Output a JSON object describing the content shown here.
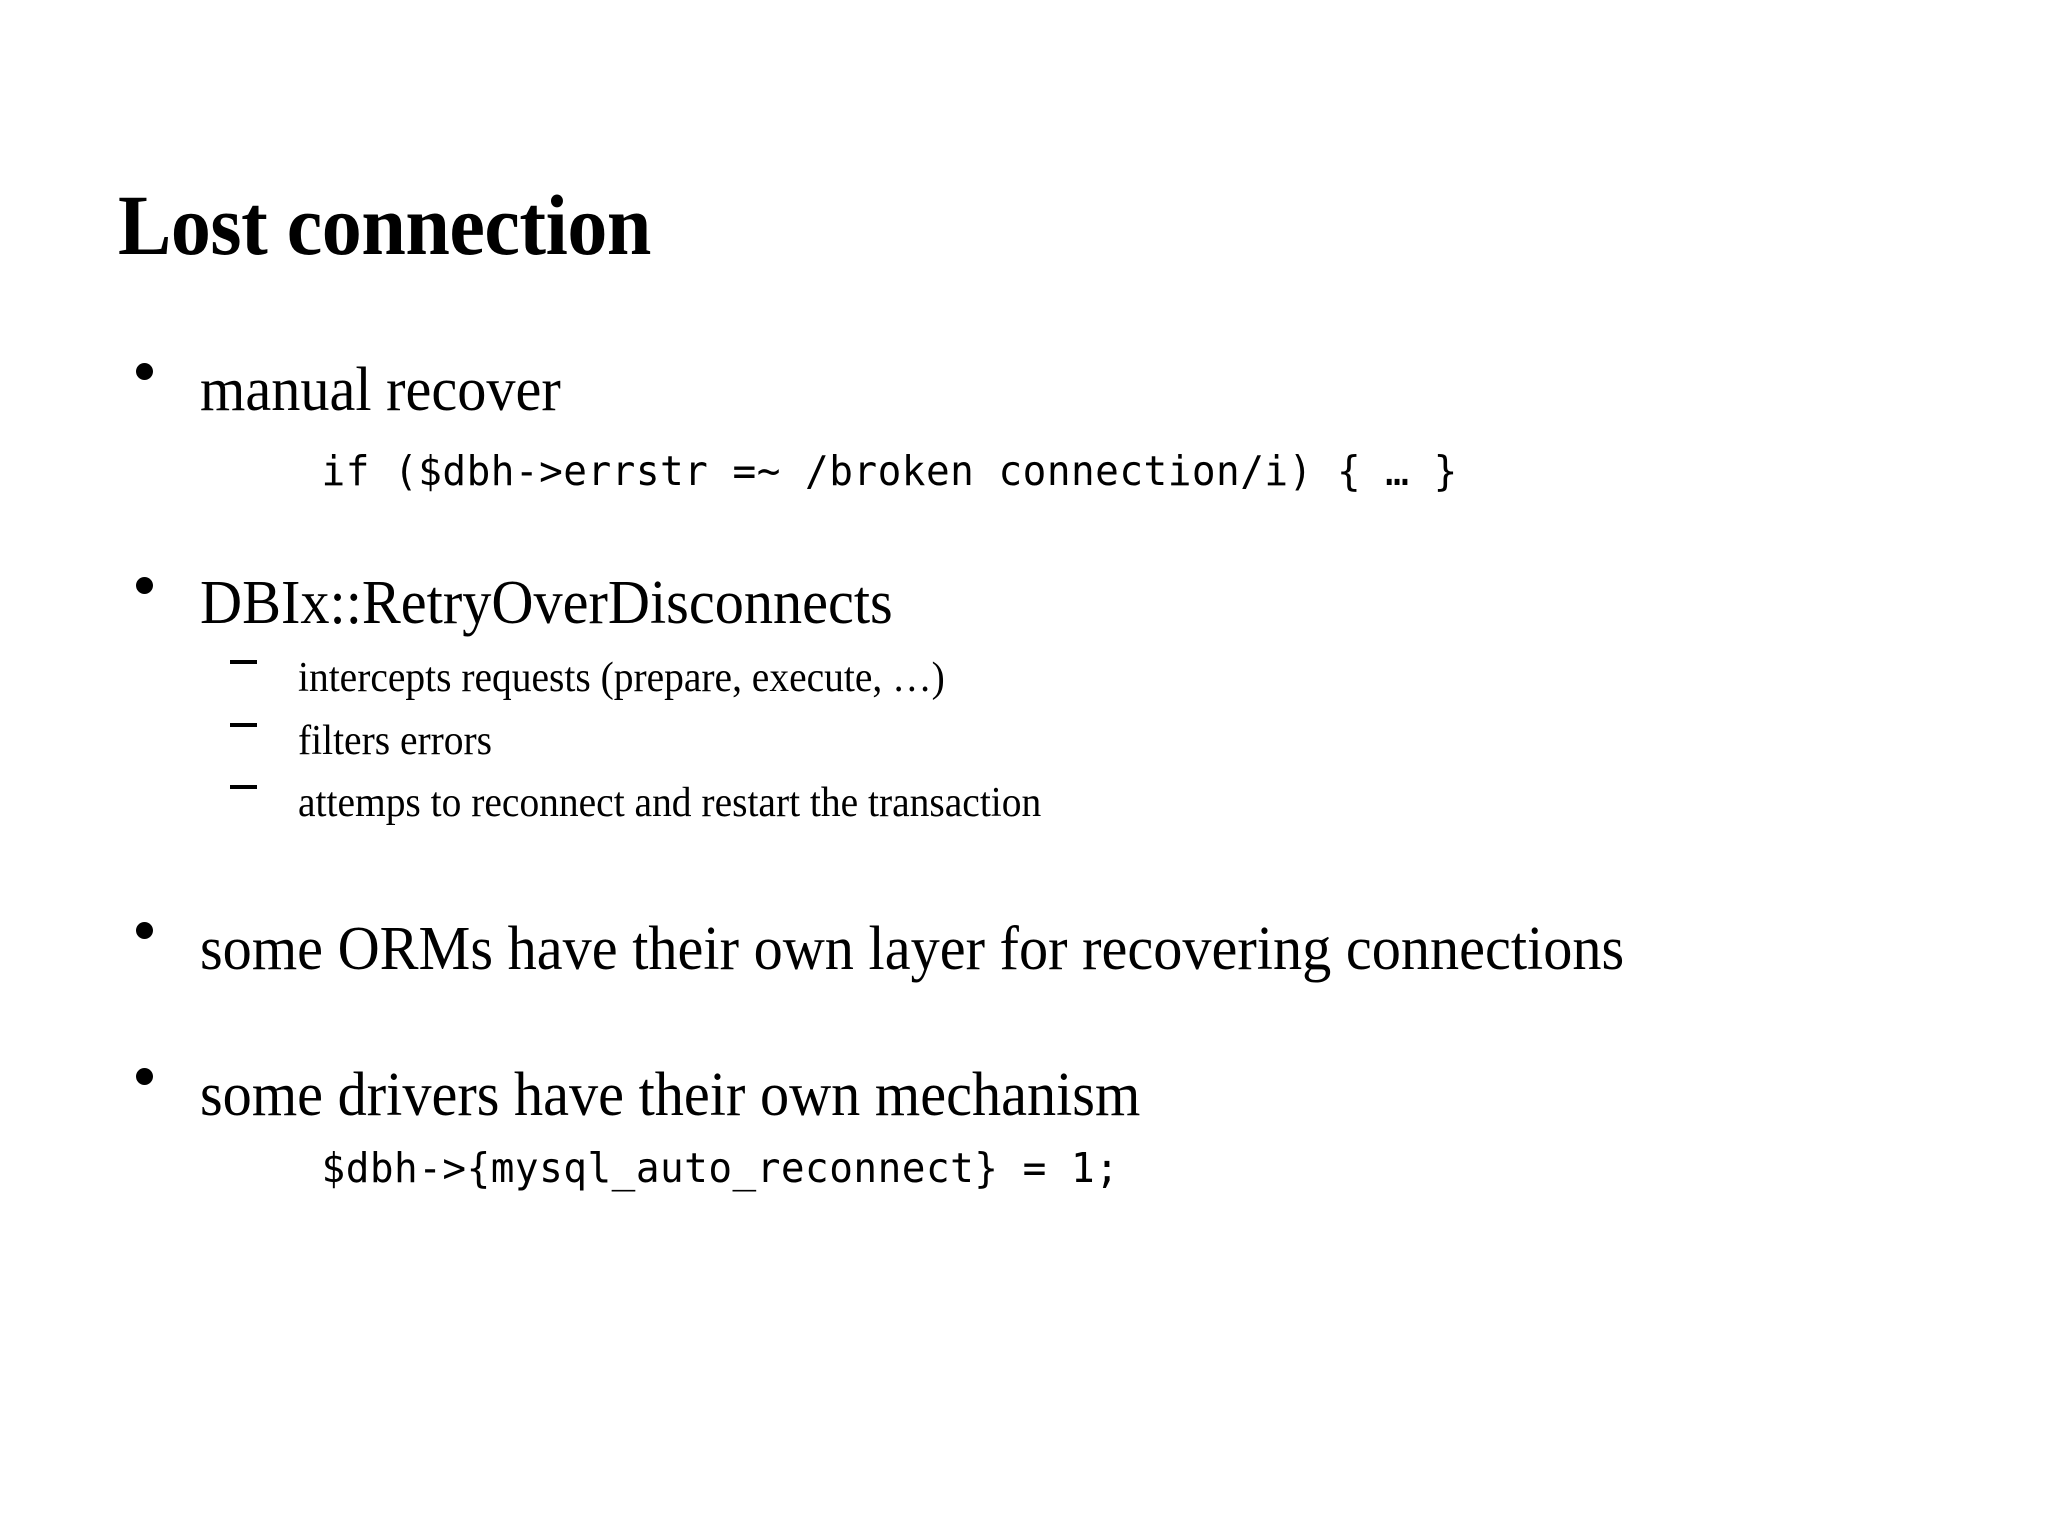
{
  "slide": {
    "title": "Lost connection",
    "background_color": "#ffffff",
    "text_color": "#000000",
    "blocks": [
      {
        "type": "bullet",
        "level": 1,
        "marker": "round-bullet",
        "text": "manual recover"
      },
      {
        "type": "code",
        "text": "if ($dbh->errstr =~ /broken connection/i) { … }"
      },
      {
        "type": "bullet",
        "level": 1,
        "marker": "round-bullet",
        "text": "DBIx::RetryOverDisconnects"
      },
      {
        "type": "bullet",
        "level": 2,
        "marker": "dash",
        "text": "intercepts requests (prepare, execute, …)"
      },
      {
        "type": "bullet",
        "level": 2,
        "marker": "dash",
        "text": "filters errors"
      },
      {
        "type": "bullet",
        "level": 2,
        "marker": "dash",
        "text": "attemps to reconnect and restart the transaction"
      },
      {
        "type": "bullet",
        "level": 1,
        "marker": "round-bullet",
        "text": "some ORMs have their own layer for recovering connections"
      },
      {
        "type": "bullet",
        "level": 1,
        "marker": "round-bullet",
        "text": "some drivers have their own mechanism"
      },
      {
        "type": "code",
        "text": "$dbh->{mysql_auto_reconnect} = 1;"
      }
    ]
  }
}
